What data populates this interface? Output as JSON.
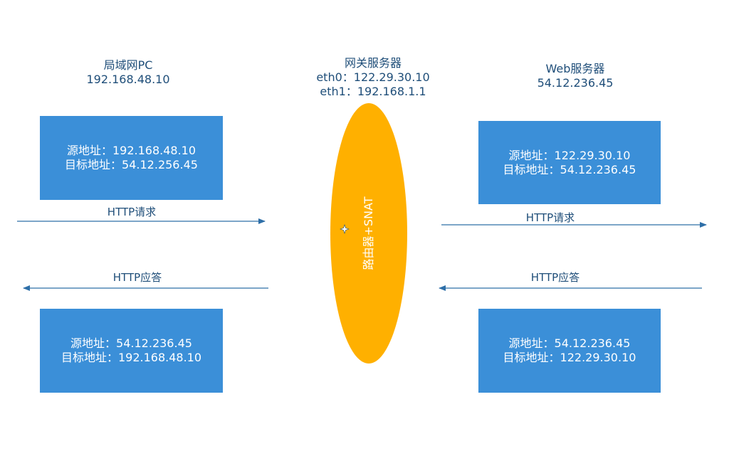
{
  "lan_pc": {
    "title": "局域网PC",
    "ip": "192.168.48.10"
  },
  "gateway": {
    "title": "网关服务器",
    "eth0": "eth0：122.29.30.10",
    "eth1": "eth1：192.168.1.1",
    "ellipse_label": "路由器+SNAT",
    "color": "#ffb000"
  },
  "web_server": {
    "title": "Web服务器",
    "ip": "54.12.236.45"
  },
  "boxes": {
    "left_request": {
      "src": "源地址：192.168.48.10",
      "dst": "目标地址：54.12.256.45"
    },
    "left_response": {
      "src": "源地址：54.12.236.45",
      "dst": "目标地址：192.168.48.10"
    },
    "right_request": {
      "src": "源地址：122.29.30.10",
      "dst": "目标地址：54.12.236.45"
    },
    "right_response": {
      "src": "源地址：54.12.236.45",
      "dst": "目标地址：122.29.30.10"
    }
  },
  "arrows": {
    "left_request": "HTTP请求",
    "left_response": "HTTP应答",
    "right_request": "HTTP请求",
    "right_response": "HTTP应答"
  },
  "colors": {
    "box": "#3b8fd8",
    "text": "#1f4e79",
    "arrow": "#2e6fa8"
  }
}
